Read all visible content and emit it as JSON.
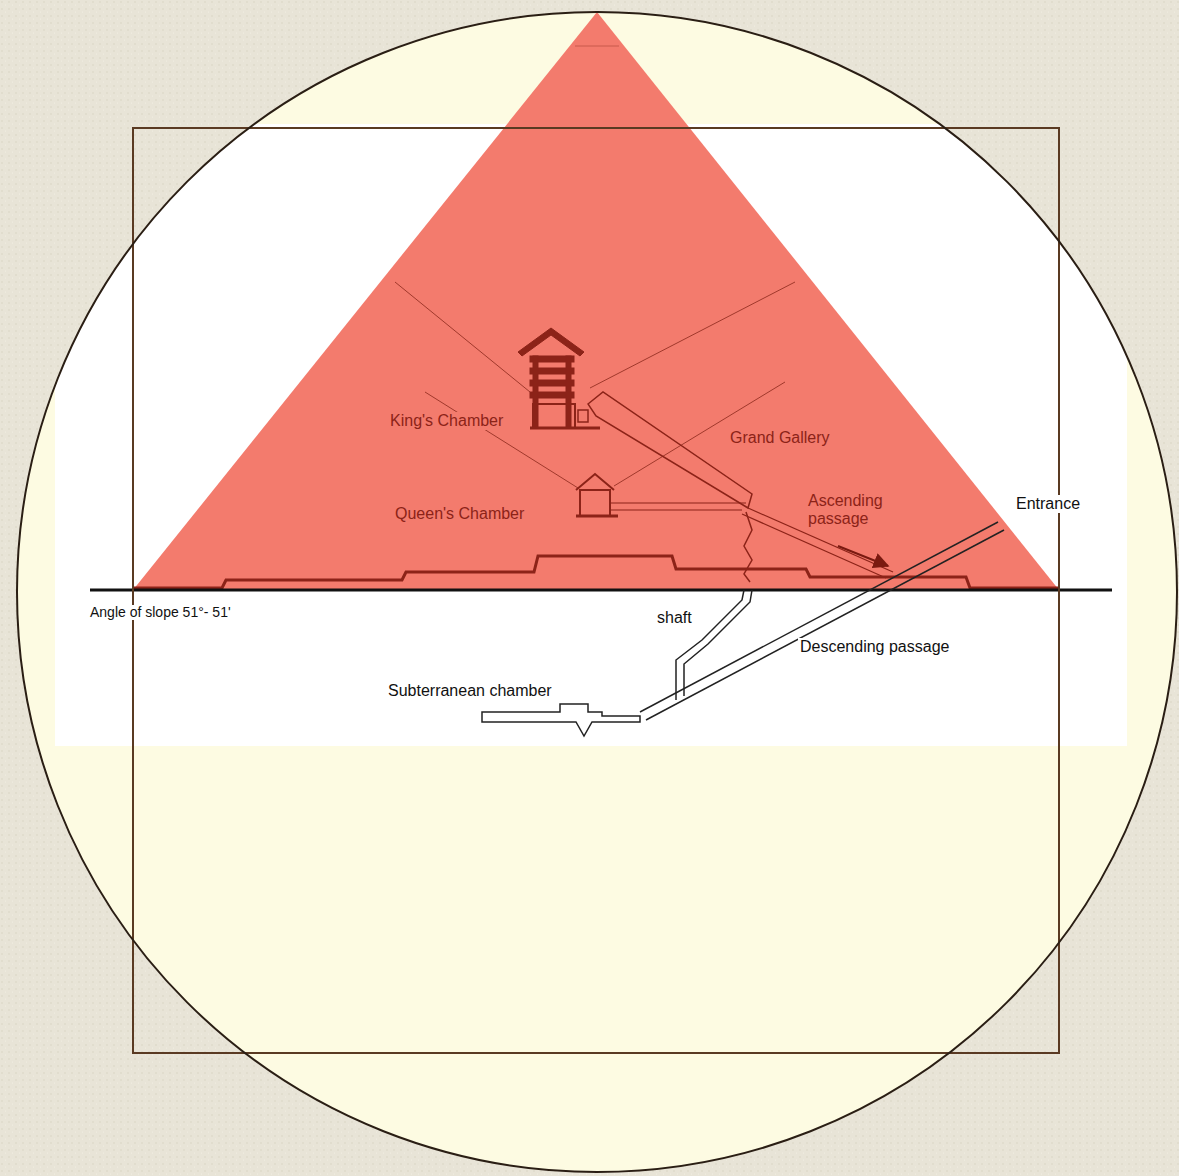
{
  "diagram": {
    "labels": [
      "King's Chamber",
      "Grand Gallery",
      "Queen's Chamber",
      "Ascending passage",
      "Entrance",
      "Angle of slope 51°- 51'",
      "shaft",
      "Descending passage",
      "Subterranean chamber"
    ]
  }
}
